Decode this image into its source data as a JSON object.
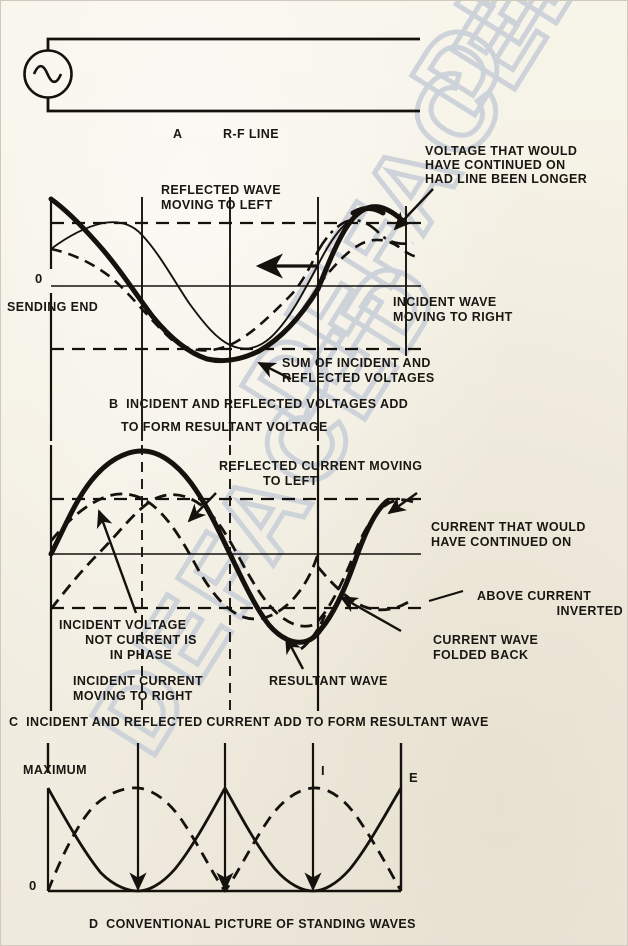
{
  "figure": {
    "background_color": "#f6f3e7",
    "ink_color": "#15120e",
    "watermark_color": "#cdd2d8"
  },
  "watermark": {
    "text": "DEFACED",
    "rotation_deg": -58,
    "style": "outline"
  },
  "panels": [
    {
      "id": "A",
      "letter": "A",
      "caption": "R-F LINE",
      "title_full": "A    R-F LINE",
      "elements": {
        "source_symbol": "ac-source-sine",
        "line_label": "R-F LINE"
      }
    },
    {
      "id": "B",
      "letter": "B",
      "caption_line1": "B  INCIDENT AND REFLECTED VOLTAGES ADD",
      "caption_line2": "TO FORM RESULTANT VOLTAGE",
      "axis_zero_label": "0",
      "sending_end_label": "SENDING END",
      "annotations": [
        {
          "name": "reflected-wave-left",
          "line1": "REFLECTED WAVE",
          "line2": "MOVING TO LEFT"
        },
        {
          "name": "voltage-continued",
          "line1": "VOLTAGE THAT WOULD",
          "line2": "HAVE CONTINUED ON",
          "line3": "HAD LINE BEEN LONGER"
        },
        {
          "name": "incident-wave-right",
          "line1": "INCIDENT WAVE",
          "line2": "MOVING TO RIGHT"
        },
        {
          "name": "sum-of-voltages",
          "line1": "SUM OF INCIDENT AND",
          "line2": "REFLECTED VOLTAGES"
        }
      ]
    },
    {
      "id": "C",
      "letter": "C",
      "caption": "C  INCIDENT AND REFLECTED CURRENT ADD TO FORM RESULTANT WAVE",
      "annotations": [
        {
          "name": "reflected-current-left",
          "line1": "REFLECTED CURRENT MOVING",
          "line2": "TO LEFT"
        },
        {
          "name": "current-continued",
          "line1": "CURRENT THAT WOULD",
          "line2": "HAVE CONTINUED ON"
        },
        {
          "name": "above-current-inverted",
          "line1": "ABOVE CURRENT",
          "line2": "INVERTED"
        },
        {
          "name": "current-wave-folded",
          "line1": "CURRENT WAVE",
          "line2": "FOLDED BACK"
        },
        {
          "name": "incident-voltage-phase",
          "line1": "INCIDENT VOLTAGE",
          "line2": "NOT CURRENT IS",
          "line3": "IN PHASE"
        },
        {
          "name": "incident-current-right",
          "line1": "INCIDENT CURRENT",
          "line2": "MOVING TO RIGHT"
        },
        {
          "name": "resultant-wave",
          "line1": "RESULTANT WAVE"
        }
      ]
    },
    {
      "id": "D",
      "letter": "D",
      "caption": "D  CONVENTIONAL PICTURE OF STANDING WAVES",
      "axis_max_label": "MAXIMUM",
      "axis_zero_label": "0",
      "curve_labels": [
        {
          "name": "current-curve",
          "text": "I"
        },
        {
          "name": "voltage-curve",
          "text": "E"
        }
      ]
    }
  ],
  "chart_data": {
    "type": "line",
    "title": "Incident and reflected waves on an R-F line forming standing waves",
    "panel_b": {
      "type": "line",
      "xlabel": "",
      "ylabel": "",
      "ylim": [
        -1,
        1
      ],
      "xlim": [
        0,
        1
      ],
      "grid": true,
      "series": [
        {
          "name": "incident wave moving to right",
          "style": "dashed",
          "description": "cosine decaying to line end then continuing beyond"
        },
        {
          "name": "reflected wave moving to left",
          "style": "thin-solid",
          "description": "mirror of incident wave reflected at open end"
        },
        {
          "name": "resultant (sum of incident and reflected voltages)",
          "style": "heavy-solid"
        },
        {
          "name": "voltage that would have continued on had line been longer",
          "style": "dash-dot"
        }
      ],
      "reference_levels": [
        0.62,
        0,
        -0.62
      ]
    },
    "panel_c": {
      "type": "line",
      "ylim": [
        -1,
        1
      ],
      "xlim": [
        0,
        1
      ],
      "grid": true,
      "series": [
        {
          "name": "incident current moving to right",
          "style": "dashed"
        },
        {
          "name": "reflected current moving to left",
          "style": "dashed"
        },
        {
          "name": "resultant wave",
          "style": "heavy-solid"
        },
        {
          "name": "current that would have continued on",
          "style": "dashed"
        },
        {
          "name": "above current inverted",
          "style": "dashed"
        }
      ],
      "reference_levels": [
        0.6,
        0,
        -0.6
      ]
    },
    "panel_d": {
      "type": "line",
      "ylabel": "MAXIMUM",
      "ylim": [
        0,
        1
      ],
      "xlim": [
        0,
        4
      ],
      "grid": false,
      "series": [
        {
          "name": "E",
          "style": "solid",
          "description": "rectified sine standing wave, maxima at 0, 2, 4 half-wavelengths",
          "values": [
            1,
            0,
            1,
            0,
            1
          ]
        },
        {
          "name": "I",
          "style": "dashed",
          "description": "rectified sine standing wave, maxima at 1, 3 half-wavelengths",
          "values": [
            0,
            1,
            0,
            1,
            0
          ]
        }
      ],
      "node_positions": [
        1,
        2,
        3
      ],
      "tick_labels": [
        "0"
      ]
    }
  }
}
